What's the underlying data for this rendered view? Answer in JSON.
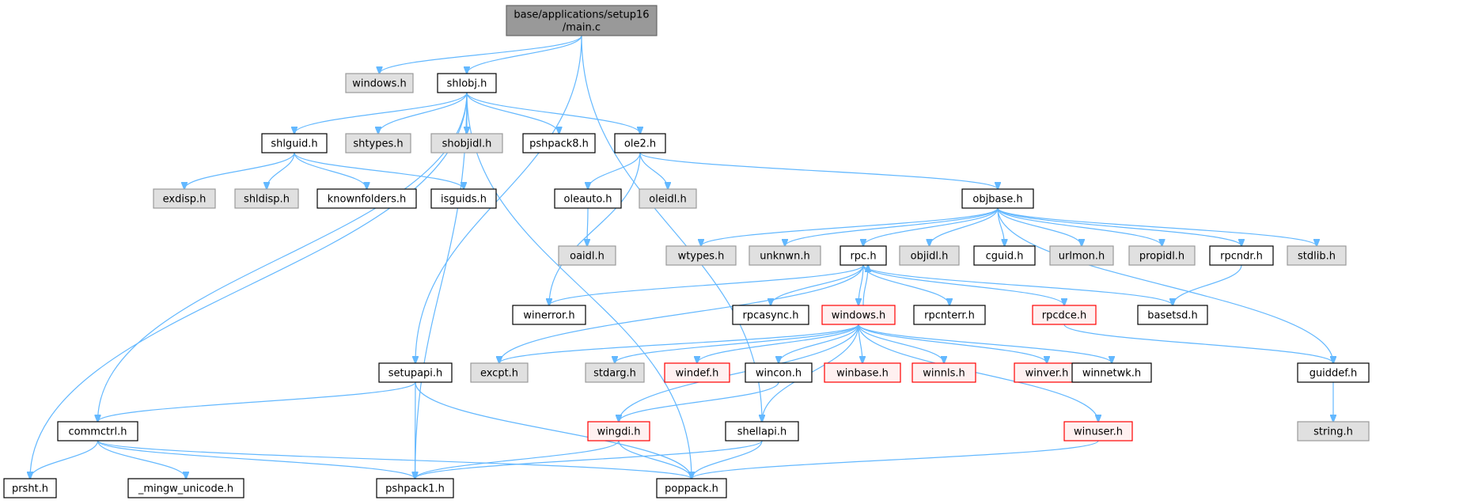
{
  "colors": {
    "edge": "#63b8ff",
    "root_fill": "#999999",
    "root_stroke": "#666666",
    "white_fill": "#ffffff",
    "white_stroke": "#000000",
    "gray_fill": "#e0e0e0",
    "gray_stroke": "#999999",
    "red_fill": "#fff0f0",
    "red_stroke": "#ff0000"
  },
  "nodes": [
    {
      "id": "main",
      "lines": [
        "base/applications/setup16",
        "/main.c"
      ],
      "style": "root"
    },
    {
      "id": "windows_top",
      "lines": [
        "windows.h"
      ],
      "style": "gray"
    },
    {
      "id": "shlobj",
      "lines": [
        "shlobj.h"
      ],
      "style": "white"
    },
    {
      "id": "shlguid",
      "lines": [
        "shlguid.h"
      ],
      "style": "white"
    },
    {
      "id": "shtypes",
      "lines": [
        "shtypes.h"
      ],
      "style": "gray"
    },
    {
      "id": "shobjidl",
      "lines": [
        "shobjidl.h"
      ],
      "style": "gray"
    },
    {
      "id": "pshpack8",
      "lines": [
        "pshpack8.h"
      ],
      "style": "white"
    },
    {
      "id": "ole2",
      "lines": [
        "ole2.h"
      ],
      "style": "white"
    },
    {
      "id": "exdisp",
      "lines": [
        "exdisp.h"
      ],
      "style": "gray"
    },
    {
      "id": "shldisp",
      "lines": [
        "shldisp.h"
      ],
      "style": "gray"
    },
    {
      "id": "knownfolders",
      "lines": [
        "knownfolders.h"
      ],
      "style": "white"
    },
    {
      "id": "isguids",
      "lines": [
        "isguids.h"
      ],
      "style": "white"
    },
    {
      "id": "oleauto",
      "lines": [
        "oleauto.h"
      ],
      "style": "white"
    },
    {
      "id": "oleidl",
      "lines": [
        "oleidl.h"
      ],
      "style": "gray"
    },
    {
      "id": "objbase",
      "lines": [
        "objbase.h"
      ],
      "style": "white"
    },
    {
      "id": "oaidl",
      "lines": [
        "oaidl.h"
      ],
      "style": "gray"
    },
    {
      "id": "wtypes",
      "lines": [
        "wtypes.h"
      ],
      "style": "gray"
    },
    {
      "id": "unknwn",
      "lines": [
        "unknwn.h"
      ],
      "style": "gray"
    },
    {
      "id": "rpc",
      "lines": [
        "rpc.h"
      ],
      "style": "white"
    },
    {
      "id": "objidl",
      "lines": [
        "objidl.h"
      ],
      "style": "gray"
    },
    {
      "id": "cguid",
      "lines": [
        "cguid.h"
      ],
      "style": "white"
    },
    {
      "id": "urlmon",
      "lines": [
        "urlmon.h"
      ],
      "style": "gray"
    },
    {
      "id": "propidl",
      "lines": [
        "propidl.h"
      ],
      "style": "gray"
    },
    {
      "id": "rpcndr",
      "lines": [
        "rpcndr.h"
      ],
      "style": "white"
    },
    {
      "id": "stdlib",
      "lines": [
        "stdlib.h"
      ],
      "style": "gray"
    },
    {
      "id": "winerror",
      "lines": [
        "winerror.h"
      ],
      "style": "white"
    },
    {
      "id": "rpcasync",
      "lines": [
        "rpcasync.h"
      ],
      "style": "white"
    },
    {
      "id": "windows_mid",
      "lines": [
        "windows.h"
      ],
      "style": "red"
    },
    {
      "id": "rpcnterr",
      "lines": [
        "rpcnterr.h"
      ],
      "style": "white"
    },
    {
      "id": "rpcdce",
      "lines": [
        "rpcdce.h"
      ],
      "style": "red"
    },
    {
      "id": "basetsd",
      "lines": [
        "basetsd.h"
      ],
      "style": "white"
    },
    {
      "id": "setupapi",
      "lines": [
        "setupapi.h"
      ],
      "style": "white"
    },
    {
      "id": "excpt",
      "lines": [
        "excpt.h"
      ],
      "style": "gray"
    },
    {
      "id": "stdarg",
      "lines": [
        "stdarg.h"
      ],
      "style": "gray"
    },
    {
      "id": "windef",
      "lines": [
        "windef.h"
      ],
      "style": "red"
    },
    {
      "id": "wincon",
      "lines": [
        "wincon.h"
      ],
      "style": "white"
    },
    {
      "id": "winbase",
      "lines": [
        "winbase.h"
      ],
      "style": "red"
    },
    {
      "id": "winnls",
      "lines": [
        "winnls.h"
      ],
      "style": "red"
    },
    {
      "id": "winver",
      "lines": [
        "winver.h"
      ],
      "style": "red"
    },
    {
      "id": "winnetwk",
      "lines": [
        "winnetwk.h"
      ],
      "style": "white"
    },
    {
      "id": "guiddef",
      "lines": [
        "guiddef.h"
      ],
      "style": "white"
    },
    {
      "id": "commctrl",
      "lines": [
        "commctrl.h"
      ],
      "style": "white"
    },
    {
      "id": "wingdi",
      "lines": [
        "wingdi.h"
      ],
      "style": "red"
    },
    {
      "id": "shellapi",
      "lines": [
        "shellapi.h"
      ],
      "style": "white"
    },
    {
      "id": "winuser",
      "lines": [
        "winuser.h"
      ],
      "style": "red"
    },
    {
      "id": "string",
      "lines": [
        "string.h"
      ],
      "style": "gray"
    },
    {
      "id": "prsht",
      "lines": [
        "prsht.h"
      ],
      "style": "white"
    },
    {
      "id": "mingw_unicode",
      "lines": [
        "_mingw_unicode.h"
      ],
      "style": "white"
    },
    {
      "id": "pshpack1",
      "lines": [
        "pshpack1.h"
      ],
      "style": "white"
    },
    {
      "id": "poppack",
      "lines": [
        "poppack.h"
      ],
      "style": "white"
    }
  ],
  "edges": [
    [
      "main",
      "windows_top"
    ],
    [
      "main",
      "shlobj"
    ],
    [
      "main",
      "setupapi"
    ],
    [
      "main",
      "shellapi"
    ],
    [
      "shlobj",
      "shlguid"
    ],
    [
      "shlobj",
      "shtypes"
    ],
    [
      "shlobj",
      "shobjidl"
    ],
    [
      "shlobj",
      "pshpack8"
    ],
    [
      "shlobj",
      "ole2"
    ],
    [
      "shlobj",
      "prsht"
    ],
    [
      "shlobj",
      "commctrl"
    ],
    [
      "shlobj",
      "pshpack1"
    ],
    [
      "shlobj",
      "poppack"
    ],
    [
      "shlguid",
      "exdisp"
    ],
    [
      "shlguid",
      "shldisp"
    ],
    [
      "shlguid",
      "knownfolders"
    ],
    [
      "shlguid",
      "isguids"
    ],
    [
      "ole2",
      "oleauto"
    ],
    [
      "ole2",
      "oleidl"
    ],
    [
      "ole2",
      "objbase"
    ],
    [
      "ole2",
      "winerror"
    ],
    [
      "oleauto",
      "oaidl"
    ],
    [
      "objbase",
      "wtypes"
    ],
    [
      "objbase",
      "unknwn"
    ],
    [
      "objbase",
      "rpc"
    ],
    [
      "objbase",
      "objidl"
    ],
    [
      "objbase",
      "cguid"
    ],
    [
      "objbase",
      "urlmon"
    ],
    [
      "objbase",
      "propidl"
    ],
    [
      "objbase",
      "rpcndr"
    ],
    [
      "objbase",
      "stdlib"
    ],
    [
      "objbase",
      "guiddef"
    ],
    [
      "rpcndr",
      "basetsd"
    ],
    [
      "rpc",
      "windows_mid"
    ],
    [
      "rpc",
      "winerror"
    ],
    [
      "rpc",
      "rpcasync"
    ],
    [
      "rpc",
      "rpcnterr"
    ],
    [
      "rpc",
      "rpcdce"
    ],
    [
      "rpc",
      "basetsd"
    ],
    [
      "rpc",
      "excpt"
    ],
    [
      "windows_mid",
      "rpc"
    ],
    [
      "windows_mid",
      "excpt"
    ],
    [
      "windows_mid",
      "stdarg"
    ],
    [
      "windows_mid",
      "windef"
    ],
    [
      "windows_mid",
      "wincon"
    ],
    [
      "windows_mid",
      "winbase"
    ],
    [
      "windows_mid",
      "winnls"
    ],
    [
      "windows_mid",
      "winver"
    ],
    [
      "windows_mid",
      "winnetwk"
    ],
    [
      "windows_mid",
      "wingdi"
    ],
    [
      "windows_mid",
      "winuser"
    ],
    [
      "windows_mid",
      "shellapi"
    ],
    [
      "rpcdce",
      "guiddef"
    ],
    [
      "guiddef",
      "string"
    ],
    [
      "setupapi",
      "commctrl"
    ],
    [
      "setupapi",
      "pshpack1"
    ],
    [
      "setupapi",
      "poppack"
    ],
    [
      "commctrl",
      "prsht"
    ],
    [
      "commctrl",
      "mingw_unicode"
    ],
    [
      "commctrl",
      "pshpack1"
    ],
    [
      "commctrl",
      "poppack"
    ],
    [
      "wincon",
      "wingdi"
    ],
    [
      "wingdi",
      "pshpack1"
    ],
    [
      "wingdi",
      "poppack"
    ],
    [
      "shellapi",
      "pshpack1"
    ],
    [
      "shellapi",
      "poppack"
    ],
    [
      "winuser",
      "poppack"
    ]
  ]
}
